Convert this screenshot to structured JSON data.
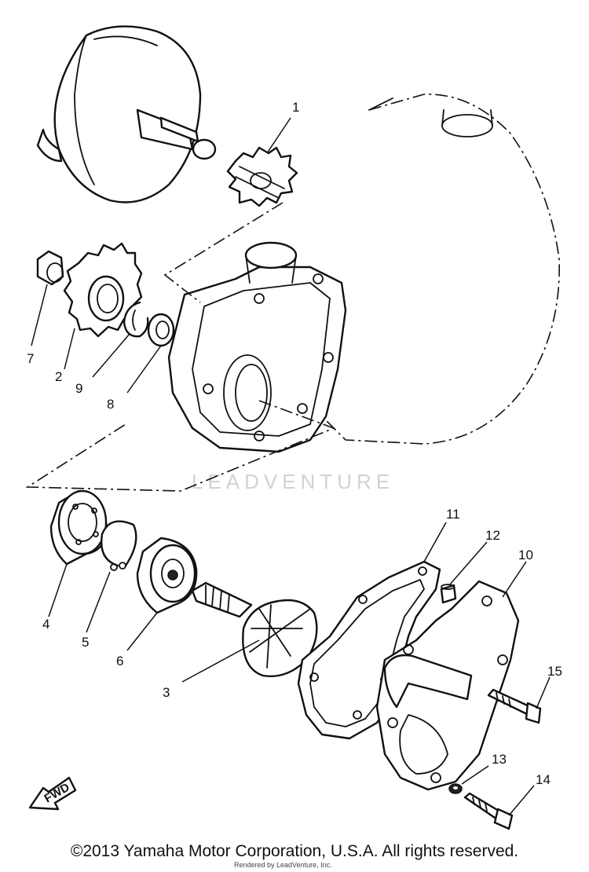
{
  "watermark": {
    "text": "LEADVENTURE"
  },
  "direction_marker": {
    "label": "FWD"
  },
  "callouts": [
    {
      "id": "1",
      "label": "1"
    },
    {
      "id": "2",
      "label": "2"
    },
    {
      "id": "3",
      "label": "3"
    },
    {
      "id": "4",
      "label": "4"
    },
    {
      "id": "5",
      "label": "5"
    },
    {
      "id": "6",
      "label": "6"
    },
    {
      "id": "7",
      "label": "7"
    },
    {
      "id": "8",
      "label": "8"
    },
    {
      "id": "9",
      "label": "9"
    },
    {
      "id": "10",
      "label": "10"
    },
    {
      "id": "11",
      "label": "11"
    },
    {
      "id": "12",
      "label": "12"
    },
    {
      "id": "13",
      "label": "13"
    },
    {
      "id": "14",
      "label": "14"
    },
    {
      "id": "15",
      "label": "15"
    }
  ],
  "footer": {
    "copyright": "©2013 Yamaha Motor Corporation, U.S.A. All rights reserved.",
    "rendered_by": "Rendered by LeadVenture, Inc."
  }
}
